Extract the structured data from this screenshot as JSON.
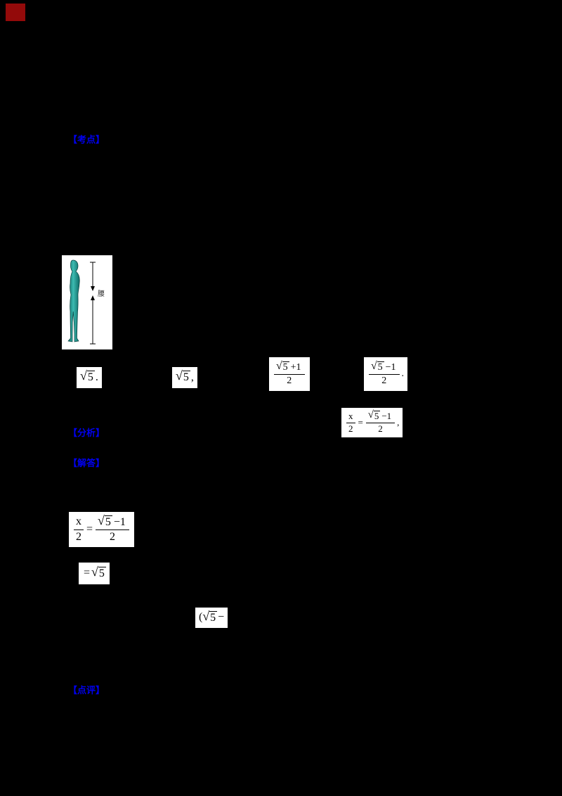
{
  "colors": {
    "background": "#000000",
    "red_block": "#930a0a",
    "label_blue": "#0000ee",
    "person_teal": "#2aa79f"
  },
  "labels": {
    "l1": "【考点】",
    "l2": "【分析】",
    "l3": "【解答】",
    "l4": "【点评】"
  },
  "figure": {
    "waist_label": "腰"
  },
  "symbols": {
    "sqrt": "√",
    "lparen": "("
  },
  "formulas": {
    "opt1": {
      "rad": "5",
      "tail": "."
    },
    "opt2": {
      "rad": "5",
      "tail": ","
    },
    "opt3": {
      "num_rad": "5",
      "num_op": "+1",
      "den": "2"
    },
    "opt4": {
      "num_rad": "5",
      "num_op": "−1",
      "den": "2",
      "tail": "."
    },
    "eq1": {
      "lhs_num": "x",
      "lhs_den": "2",
      "eq": "=",
      "rhs_rad": "5",
      "rhs_op": "−1",
      "rhs_den": "2",
      "tail": ","
    },
    "eq2": {
      "lhs_num": "x",
      "lhs_den": "2",
      "eq": "=",
      "rhs_rad": "5",
      "rhs_op": "−1",
      "rhs_den": "2"
    },
    "eq3": {
      "eq": "=",
      "rad": "5"
    },
    "eq4": {
      "paren": "(",
      "rad": "5",
      "tail": "−"
    }
  }
}
